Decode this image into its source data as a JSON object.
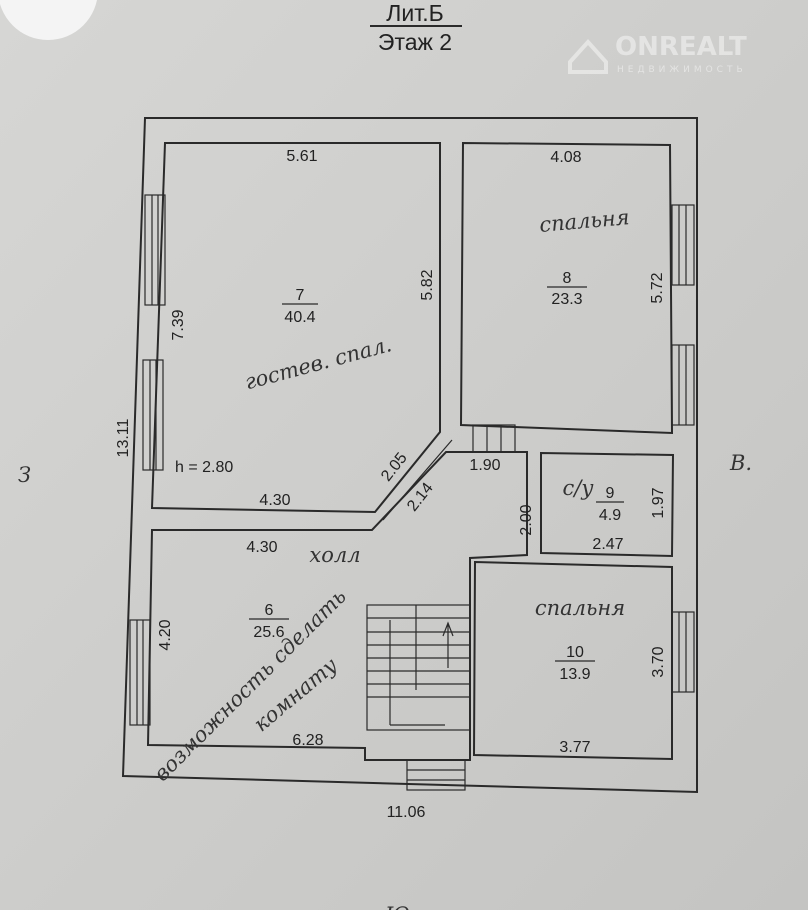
{
  "header": {
    "building": "Лит.Б",
    "floor": "Этаж 2"
  },
  "watermark": {
    "brand": "ONREALT",
    "subtitle": "НЕДВИЖИМОСТЬ"
  },
  "ceiling_height": "h = 2.80",
  "overall": {
    "width": "11.06",
    "height": "13.11"
  },
  "rooms": [
    {
      "number": "7",
      "area": "40.4",
      "note": "гостев. спал.",
      "dims": [
        "5.61",
        "5.82",
        "7.39",
        "4.30",
        "2.05"
      ]
    },
    {
      "number": "8",
      "area": "23.3",
      "note": "спальня",
      "dims": [
        "4.08",
        "5.72"
      ]
    },
    {
      "number": "9",
      "area": "4.9",
      "note": "с/у",
      "dims": [
        "1.97",
        "2.47",
        "2.00"
      ]
    },
    {
      "number": "10",
      "area": "13.9",
      "note": "спальня",
      "dims": [
        "3.70",
        "3.77"
      ]
    },
    {
      "number": "6",
      "area": "25.6",
      "note": "холл",
      "note2": "возможность сделать",
      "note3": "комнату",
      "dims": [
        "4.30",
        "4.20",
        "6.28",
        "2.14",
        "1.90"
      ]
    }
  ],
  "compass": {
    "west": "З",
    "east": "В.",
    "south": "Ю"
  }
}
